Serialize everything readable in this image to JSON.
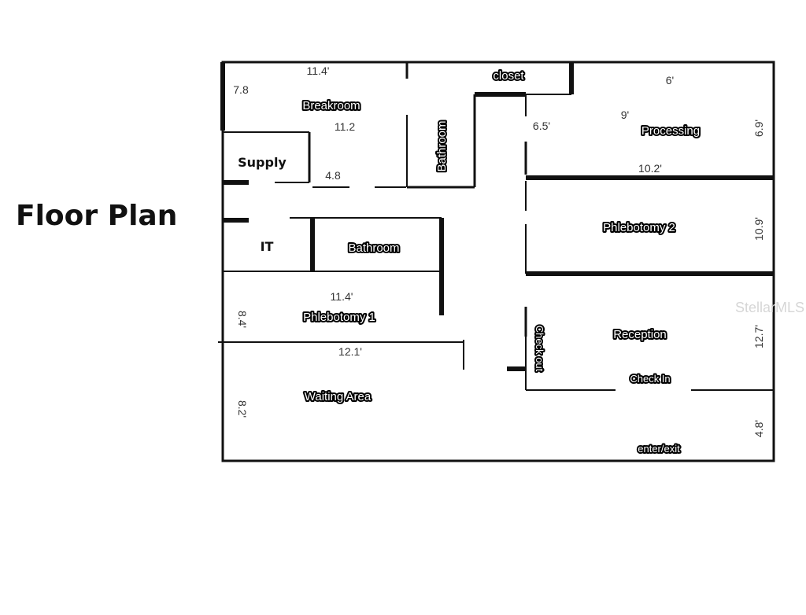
{
  "title": "Floor Plan",
  "rooms": {
    "breakroom": "Breakroom",
    "closet": "closet",
    "bathroom_top": "Bathroom",
    "processing": "Processing",
    "supply": "Supply",
    "it": "IT",
    "bathroom_mid": "Bathroom",
    "phlebotomy2": "Phlebotomy 2",
    "phlebotomy1": "Phlebotomy 1",
    "reception": "Reception",
    "check_out": "Check out",
    "check_in": "Check In",
    "waiting_area": "Waiting Area",
    "enter_exit": "enter/exit"
  },
  "dimensions": {
    "breakroom_width": "11.4'",
    "breakroom_depth": "7.8",
    "breakroom_inner": "11.2",
    "supply_width": "4.8",
    "closet_width": "6'",
    "processing_width": "9'",
    "processing_gap": "6.5'",
    "processing_height": "6.9'",
    "phlebotomy2_width": "10.2'",
    "phlebotomy2_height": "10.9'",
    "phlebotomy1_width": "11.4'",
    "phlebotomy1_height": "8.4'",
    "waiting_width": "12.1'",
    "waiting_height": "8.2'",
    "reception_height": "12.7'",
    "entry_height": "4.8'"
  },
  "watermark": "StellarMLS"
}
